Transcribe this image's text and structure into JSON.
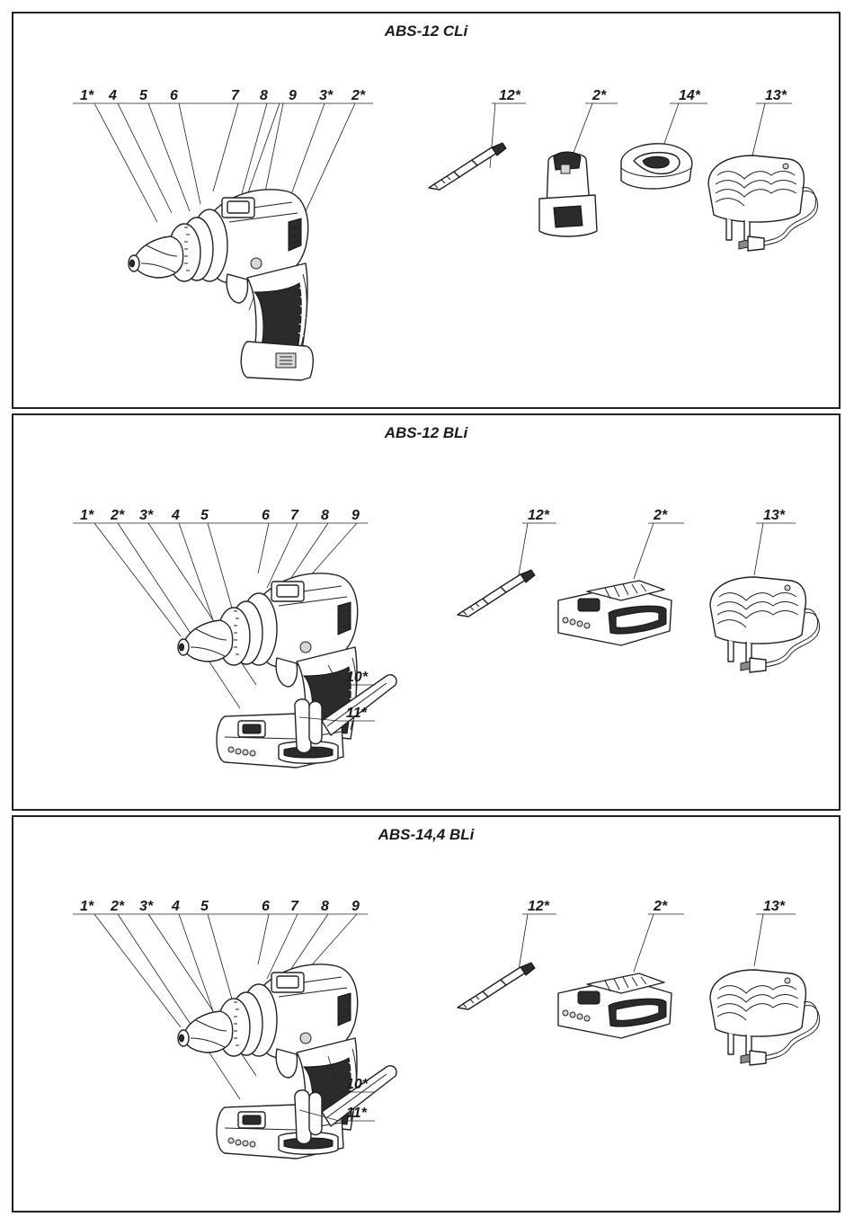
{
  "panels": [
    {
      "title": "ABS-12 CLi",
      "drill_labels": [
        "1*",
        "4",
        "5",
        "6",
        "7",
        "8",
        "9",
        "3*",
        "2*"
      ],
      "accessory_labels": [
        "12*",
        "2*",
        "14*",
        "13*"
      ]
    },
    {
      "title": "ABS-12 BLi",
      "drill_labels": [
        "1*",
        "2*",
        "3*",
        "4",
        "5",
        "6",
        "7",
        "8",
        "9"
      ],
      "side_labels": [
        "10*",
        "11*"
      ],
      "accessory_labels": [
        "12*",
        "2*",
        "13*"
      ]
    },
    {
      "title": "ABS-14,4 BLi",
      "drill_labels": [
        "1*",
        "2*",
        "3*",
        "4",
        "5",
        "6",
        "7",
        "8",
        "9"
      ],
      "side_labels": [
        "10*",
        "11*"
      ],
      "accessory_labels": [
        "12*",
        "2*",
        "13*"
      ]
    }
  ]
}
